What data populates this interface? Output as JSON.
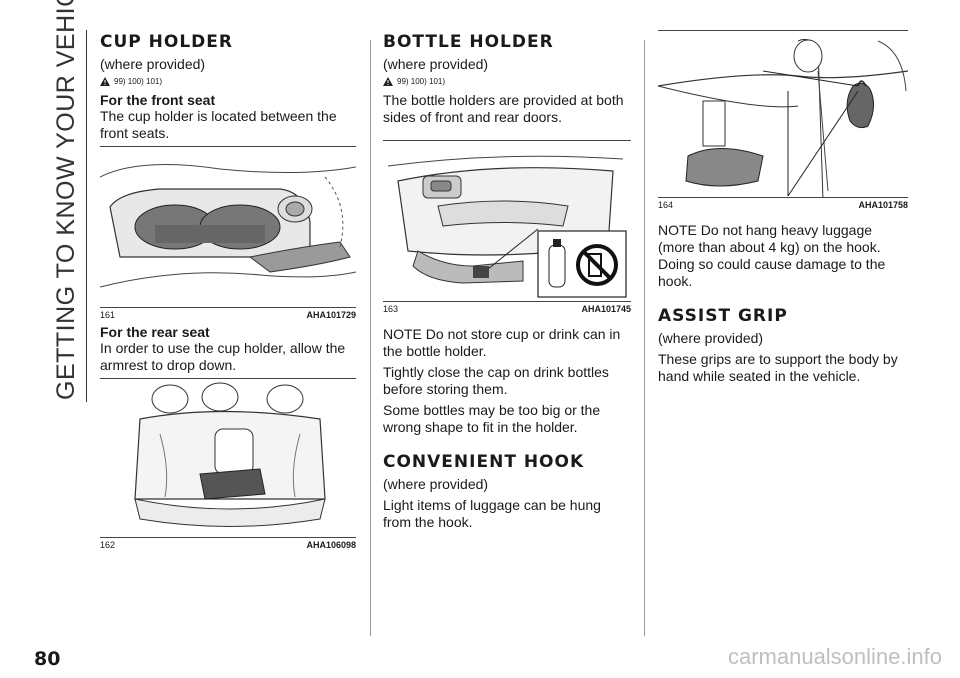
{
  "side_title": "GETTING TO KNOW YOUR VEHICLE",
  "page_number": "80",
  "watermark": "carmanualsonline.info",
  "cup_holder": {
    "heading": "CUP HOLDER",
    "provided": "(where provided)",
    "warning_refs": "99)  100)  101)",
    "front_heading": "For the front seat",
    "front_text": "The cup holder is located between the front seats.",
    "fig1": {
      "number": "161",
      "code": "AHA101729"
    },
    "rear_heading": "For the rear seat",
    "rear_text": "In order to use the cup holder, allow the armrest to drop down.",
    "fig2": {
      "number": "162",
      "code": "AHA106098"
    }
  },
  "bottle_holder": {
    "heading": "BOTTLE HOLDER",
    "provided": "(where provided)",
    "warning_refs": "99)  100)  101)",
    "text": "The bottle holders are provided at both sides of front and rear doors.",
    "fig": {
      "number": "163",
      "code": "AHA101745"
    },
    "note1": "NOTE Do not store cup or drink can in the bottle holder.",
    "note2": "Tightly close the cap on drink bottles before storing them.",
    "note3": "Some bottles may be too big or the wrong shape to fit in the holder."
  },
  "convenient_hook": {
    "heading": "CONVENIENT HOOK",
    "provided": "(where provided)",
    "text": "Light items of luggage can be hung from the hook.",
    "fig": {
      "number": "164",
      "code": "AHA101758"
    },
    "note": "NOTE Do not hang heavy luggage (more than about 4 kg) on the hook. Doing so could cause damage to the hook."
  },
  "assist_grip": {
    "heading": "ASSIST GRIP",
    "provided": "(where provided)",
    "text": "These grips are to support the body by hand while seated in the vehicle."
  }
}
